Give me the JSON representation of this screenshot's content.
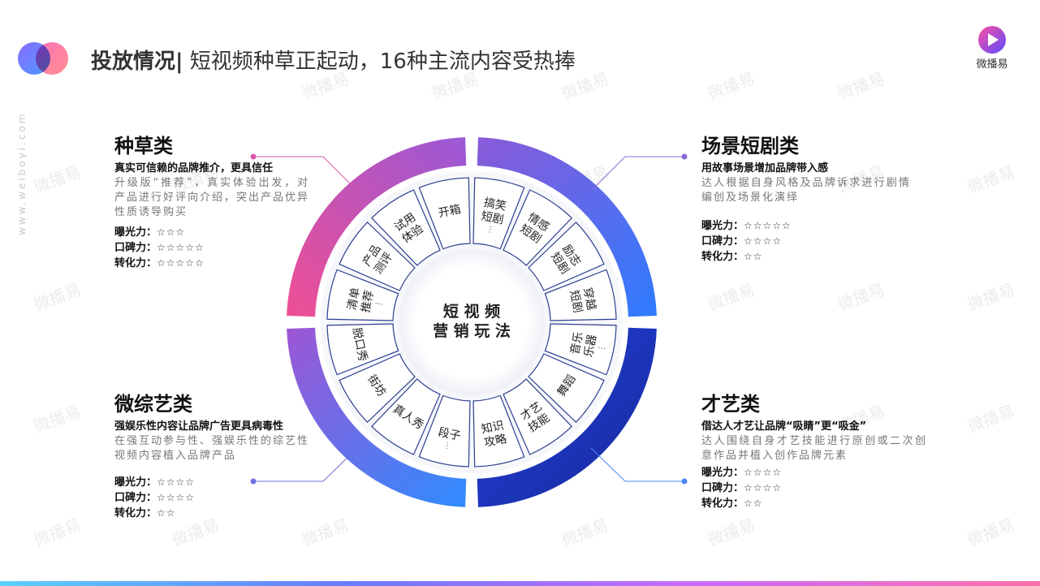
{
  "header": {
    "title_main": "投放情况|",
    "title_sub": " 短视频种草正起动，16种主流内容受热捧"
  },
  "brand": {
    "name": "微播易"
  },
  "side_url": "www.weiboyi.com",
  "watermark_text": "微播易",
  "center": {
    "line1": "短 视 频",
    "line2": "营 销 玩 法"
  },
  "segments": [
    {
      "lines": [
        "搞笑",
        "短剧"
      ],
      "dots": true
    },
    {
      "lines": [
        "情感",
        "短剧"
      ]
    },
    {
      "lines": [
        "励志",
        "短剧"
      ]
    },
    {
      "lines": [
        "穿越",
        "短剧"
      ]
    },
    {
      "lines": [
        "音乐",
        "乐器"
      ],
      "dots": true
    },
    {
      "lines": [
        "舞蹈"
      ]
    },
    {
      "lines": [
        "才艺",
        "技能"
      ]
    },
    {
      "lines": [
        "知识",
        "攻略"
      ]
    },
    {
      "lines": [
        "段子"
      ],
      "dots": true
    },
    {
      "lines": [
        "真人秀"
      ]
    },
    {
      "lines": [
        "街坊"
      ]
    },
    {
      "lines": [
        "脱口秀"
      ]
    },
    {
      "lines": [
        "清单",
        "推荐"
      ],
      "dots": true
    },
    {
      "lines": [
        "产品",
        "测评"
      ]
    },
    {
      "lines": [
        "试用",
        "体验"
      ]
    },
    {
      "lines": [
        "开箱"
      ]
    }
  ],
  "colors": {
    "pink": "#e0509a",
    "purple": "#8a5ad8",
    "blue": "#2d5ee8",
    "navy": "#1a2fae",
    "light_blue": "#3f8cff"
  },
  "blocks": {
    "grass": {
      "title": "种草类",
      "lead": "真实可信赖的品牌推介，更具信任",
      "desc": "升级版“推荐”，真实体验出发，对产品进行好评向介绍，突出产品优异性质诱导购买",
      "ratings": [
        {
          "label": "曝光力：",
          "stars": "☆☆☆"
        },
        {
          "label": "口碑力：",
          "stars": "☆☆☆☆☆"
        },
        {
          "label": "转化力：",
          "stars": "☆☆☆☆☆"
        }
      ]
    },
    "drama": {
      "title": "场景短剧类",
      "lead": "用故事场景增加品牌带入感",
      "desc": "达人根据自身风格及品牌诉求进行剧情编创及场景化演绎",
      "ratings": [
        {
          "label": "曝光力：",
          "stars": "☆☆☆☆☆"
        },
        {
          "label": "口碑力：",
          "stars": "☆☆☆☆"
        },
        {
          "label": "转化力：",
          "stars": "☆☆"
        }
      ]
    },
    "variety": {
      "title": "微综艺类",
      "lead": "强娱乐性内容让品牌广告更具病毒性",
      "desc": "在强互动参与性、强娱乐性的综艺性视频内容植入品牌产品",
      "ratings": [
        {
          "label": "曝光力：",
          "stars": "☆☆☆☆"
        },
        {
          "label": "口碑力：",
          "stars": "☆☆☆☆"
        },
        {
          "label": "转化力：",
          "stars": "☆☆"
        }
      ]
    },
    "talent": {
      "title": "才艺类",
      "lead": "借达人才艺让品牌“吸睛”更“吸金”",
      "desc": "达人围绕自身才艺技能进行原创或二次创意作品并植入创作品牌元素",
      "ratings": [
        {
          "label": "曝光力：",
          "stars": "☆☆☆☆"
        },
        {
          "label": "口碑力：",
          "stars": "☆☆☆☆"
        },
        {
          "label": "转化力：",
          "stars": "☆☆"
        }
      ]
    }
  }
}
